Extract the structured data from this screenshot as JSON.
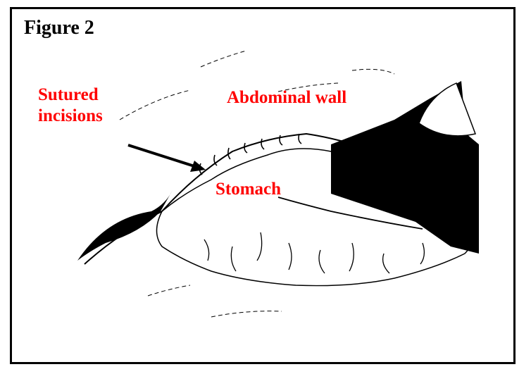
{
  "figure": {
    "title": "Figure 2",
    "label_color": "#ff0000",
    "labels": {
      "sutured_incisions": "Sutured incisions",
      "abdominal_wall": "Abdominal wall",
      "stomach": "Stomach"
    }
  }
}
